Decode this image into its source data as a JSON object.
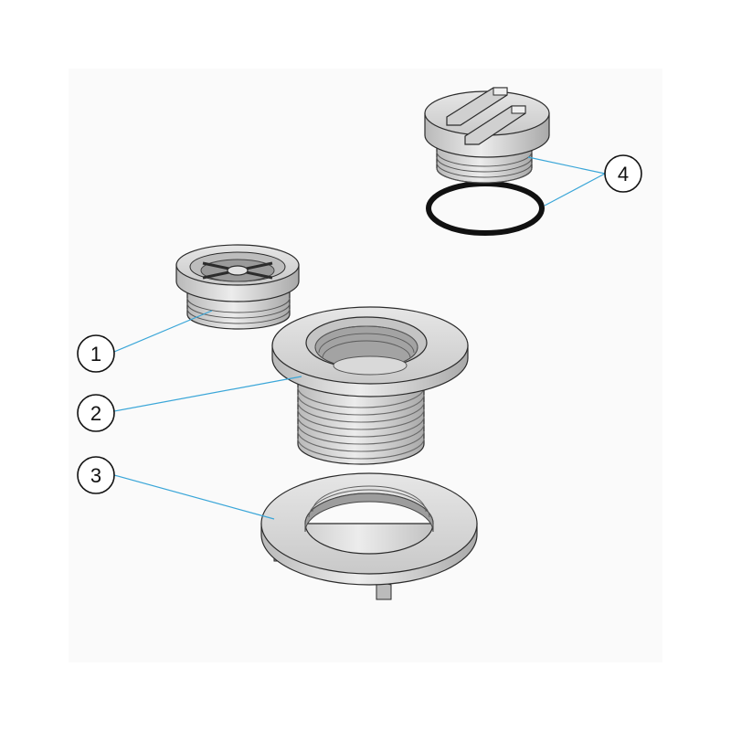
{
  "diagram": {
    "callouts": [
      {
        "id": "1",
        "label": "1"
      },
      {
        "id": "2",
        "label": "2"
      },
      {
        "id": "3",
        "label": "3"
      },
      {
        "id": "4",
        "label": "4"
      }
    ],
    "colors": {
      "part_fill": "#d6d6d6",
      "part_light": "#ececec",
      "part_dark": "#8a8a8a",
      "outline": "#2b2b2b",
      "leader_line": "#3aa6d8",
      "oring": "#111111",
      "background": "#ffffff",
      "bg_tint": "#fafafa"
    }
  }
}
